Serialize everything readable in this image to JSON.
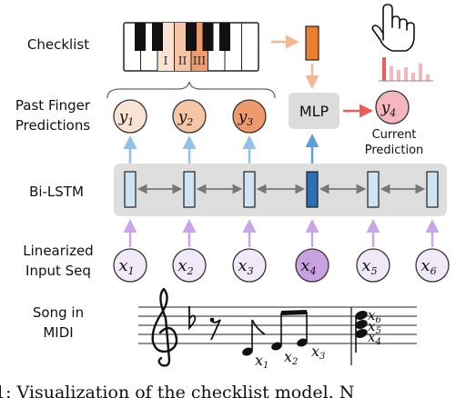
{
  "row_labels": {
    "checklist": "Checklist",
    "past_line1": "Past Finger",
    "past_line2": "Predictions",
    "bilstm": "Bi-LSTM",
    "lin_line1": "Linearized",
    "lin_line2": "Input Seq",
    "song_line1": "Song in",
    "song_line2": "MIDI"
  },
  "piano_key_labels": [
    "I",
    "II",
    "III"
  ],
  "mlp_label": "MLP",
  "current_prediction_line1": "Current",
  "current_prediction_line2": "Prediction",
  "past_predictions": [
    {
      "var": "y",
      "sub": "1"
    },
    {
      "var": "y",
      "sub": "2"
    },
    {
      "var": "y",
      "sub": "3"
    }
  ],
  "current_prediction": {
    "var": "y",
    "sub": "4"
  },
  "inputs": [
    {
      "var": "x",
      "sub": "1"
    },
    {
      "var": "x",
      "sub": "2"
    },
    {
      "var": "x",
      "sub": "3"
    },
    {
      "var": "x",
      "sub": "4"
    },
    {
      "var": "x",
      "sub": "5"
    },
    {
      "var": "x",
      "sub": "6"
    }
  ],
  "score_note_labels": [
    {
      "var": "x",
      "sub": "1"
    },
    {
      "var": "x",
      "sub": "2"
    },
    {
      "var": "x",
      "sub": "3"
    }
  ],
  "chord_labels": [
    {
      "var": "x",
      "sub": "6"
    },
    {
      "var": "x",
      "sub": "5"
    },
    {
      "var": "x",
      "sub": "4"
    }
  ],
  "caption": "1: Visualization of the checklist model. N",
  "colors": {
    "y1_fill": "#fbe3d4",
    "y2_fill": "#f6c5a6",
    "y3_fill": "#ef9a6c",
    "y4_fill": "#f4b7bd",
    "x4_fill": "#c9a3e0",
    "x_fill": "#f1e9f7",
    "lstm_light": "#cfe3f3",
    "lstm_dark": "#2c6fb3",
    "orange_box": "#ec7d2f",
    "red_arrow": "#f05a5a",
    "blue_arrow": "#8fc1ea",
    "purple_arrow": "#c9a6e8"
  }
}
